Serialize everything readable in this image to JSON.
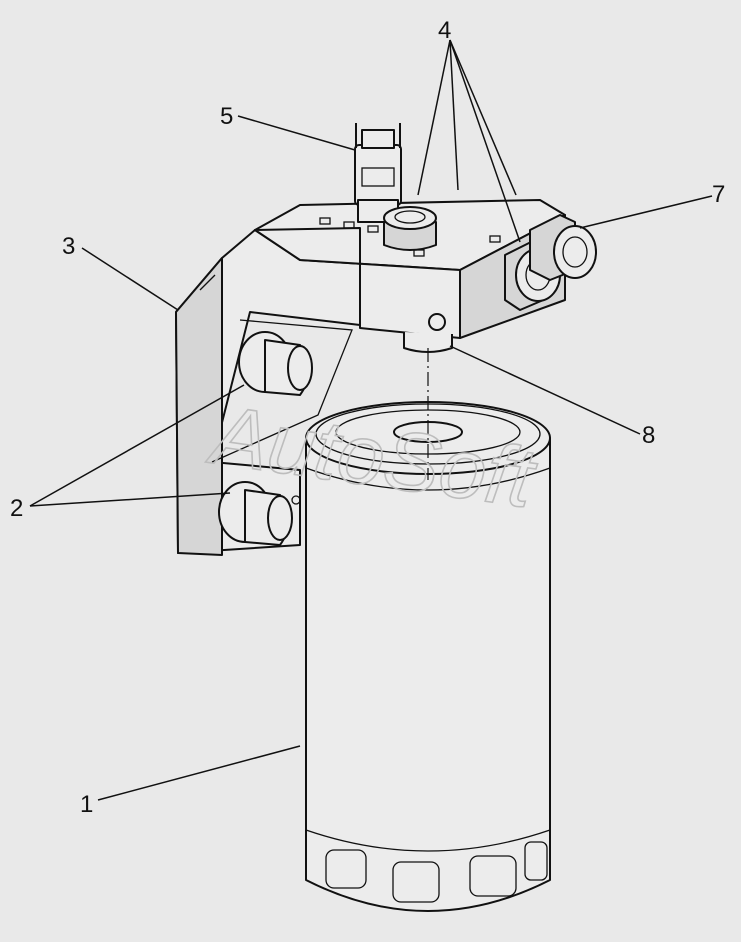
{
  "watermark": "AutoSoft",
  "callouts": {
    "c1": "1",
    "c2": "2",
    "c3": "3",
    "c4": "4",
    "c5": "5",
    "c7": "7",
    "c8": "8"
  }
}
